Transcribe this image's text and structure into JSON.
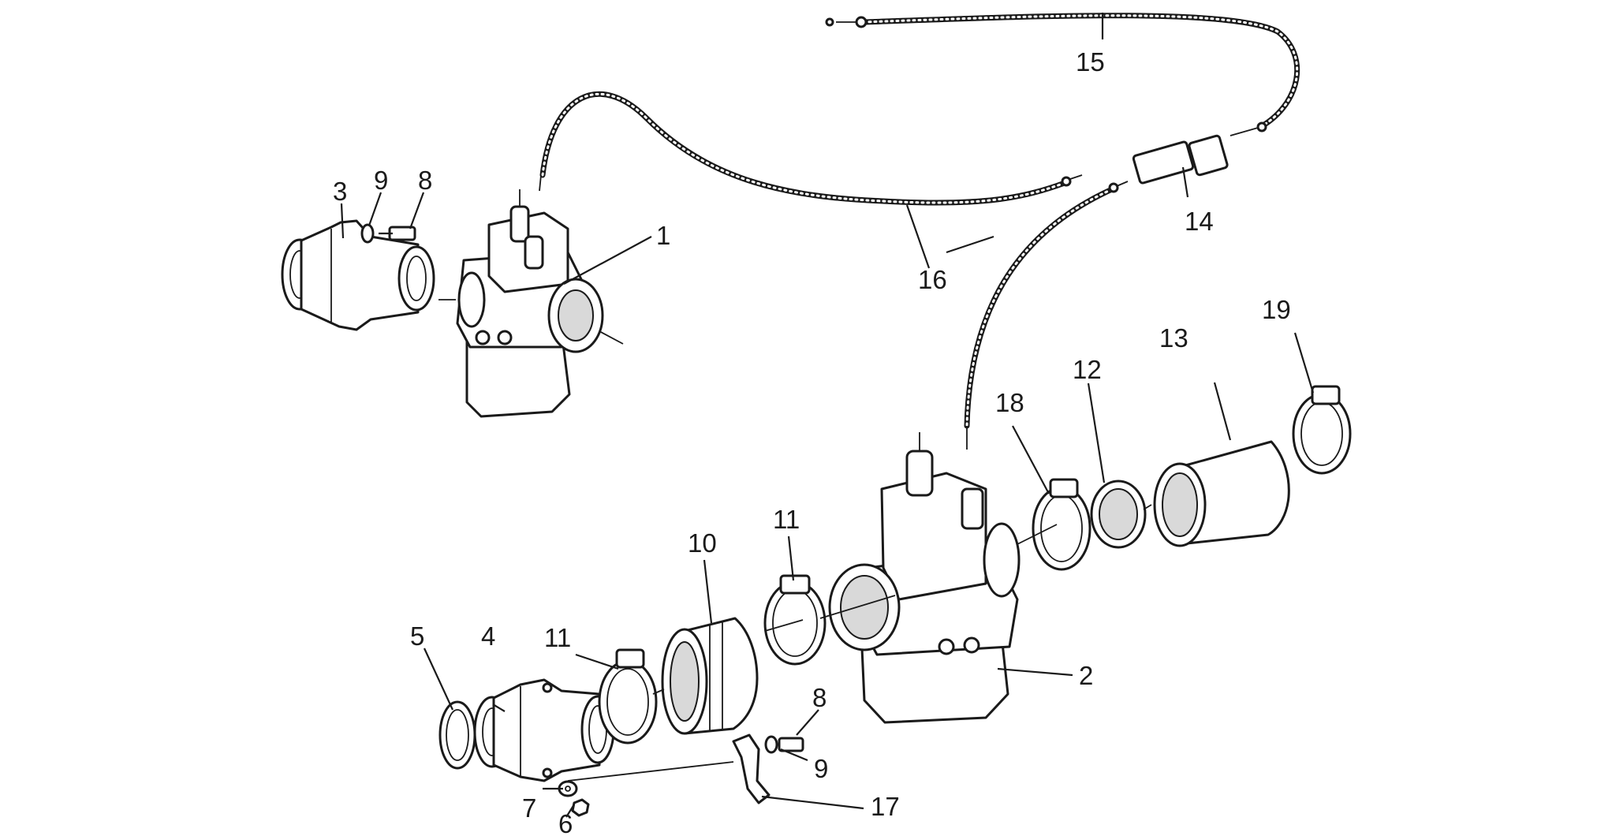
{
  "diagram": {
    "labels": [
      {
        "id": "label-1",
        "text": "1"
      },
      {
        "id": "label-2",
        "text": "2"
      },
      {
        "id": "label-3",
        "text": "3"
      },
      {
        "id": "label-4",
        "text": "4"
      },
      {
        "id": "label-5",
        "text": "5"
      },
      {
        "id": "label-6",
        "text": "6"
      },
      {
        "id": "label-7",
        "text": "7"
      },
      {
        "id": "label-8a",
        "text": "8"
      },
      {
        "id": "label-8b",
        "text": "8"
      },
      {
        "id": "label-9a",
        "text": "9"
      },
      {
        "id": "label-9b",
        "text": "9"
      },
      {
        "id": "label-10",
        "text": "10"
      },
      {
        "id": "label-11a",
        "text": "11"
      },
      {
        "id": "label-11b",
        "text": "11"
      },
      {
        "id": "label-12",
        "text": "12"
      },
      {
        "id": "label-13",
        "text": "13"
      },
      {
        "id": "label-14",
        "text": "14"
      },
      {
        "id": "label-15",
        "text": "15"
      },
      {
        "id": "label-16",
        "text": "16"
      },
      {
        "id": "label-17",
        "text": "17"
      },
      {
        "id": "label-18",
        "text": "18"
      },
      {
        "id": "label-19",
        "text": "19"
      }
    ]
  }
}
